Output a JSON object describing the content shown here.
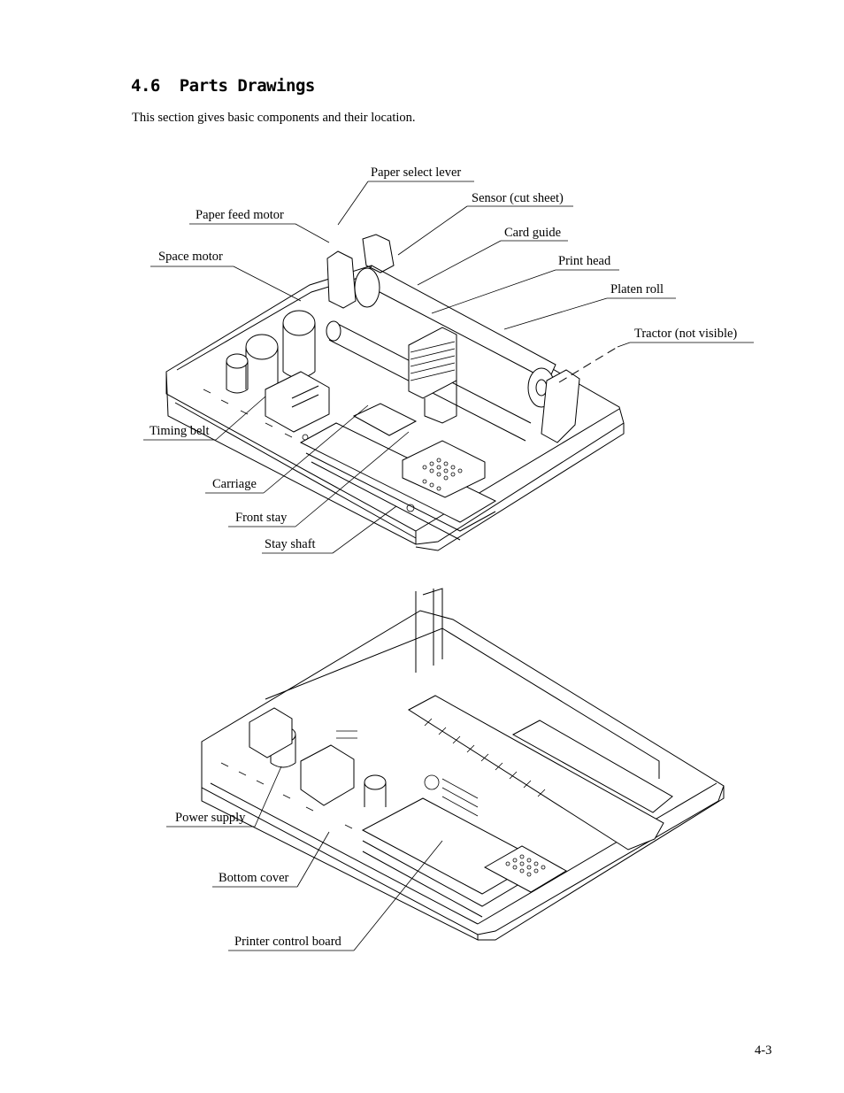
{
  "page": {
    "section_number": "4.6",
    "section_title": "Parts Drawings",
    "intro": "This section gives basic components and their location.",
    "page_number": "4-3"
  },
  "figure_top": {
    "labels": {
      "paper_select_lever": "Paper select lever",
      "sensor_cut_sheet": "Sensor (cut sheet)",
      "paper_feed_motor": "Paper feed motor",
      "card_guide": "Card guide",
      "space_motor": "Space motor",
      "print_head": "Print head",
      "platen_roll": "Platen roll",
      "tractor": "Tractor (not visible)",
      "timing_belt": "Timing belt",
      "carriage": "Carriage",
      "front_stay": "Front stay",
      "stay_shaft": "Stay shaft"
    }
  },
  "figure_bottom": {
    "labels": {
      "power_supply": "Power supply",
      "bottom_cover": "Bottom cover",
      "printer_control_board": "Printer control board"
    }
  }
}
